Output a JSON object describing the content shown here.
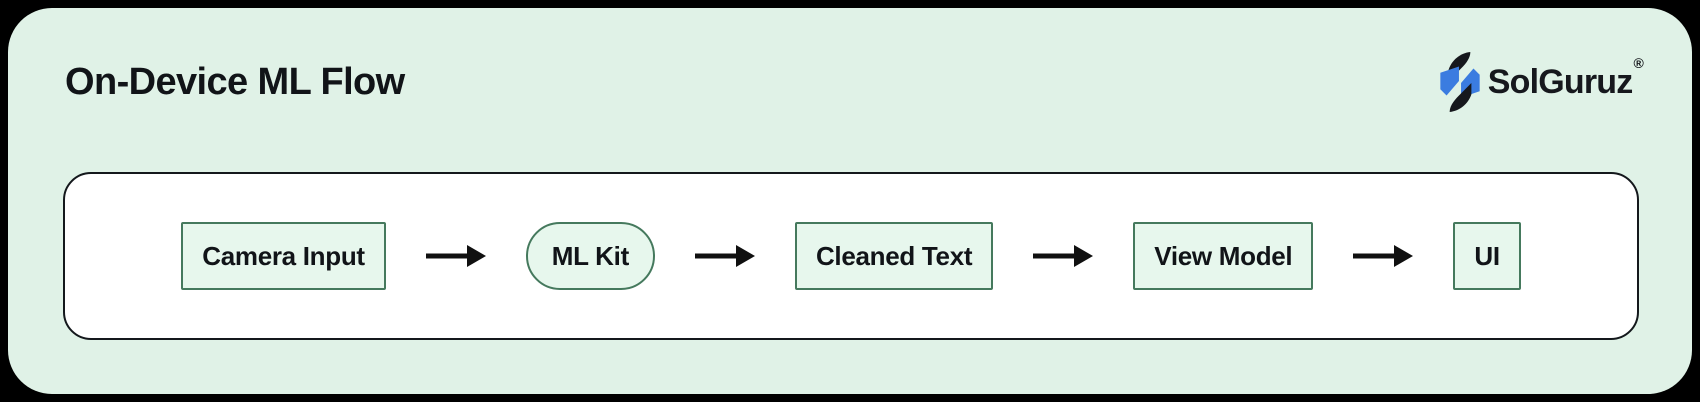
{
  "title": "On-Device ML Flow",
  "logo": {
    "name": "SolGuruz",
    "registered": "®"
  },
  "flow": {
    "nodes": [
      {
        "label": "Camera Input",
        "shape": "rect"
      },
      {
        "label": "ML Kit",
        "shape": "stadium"
      },
      {
        "label": "Cleaned Text",
        "shape": "rect"
      },
      {
        "label": "View Model",
        "shape": "rect"
      },
      {
        "label": "UI",
        "shape": "rect"
      }
    ],
    "connector": "arrow-right"
  },
  "colors": {
    "canvas": "#000000",
    "card_bg": "#e0f2e7",
    "panel_bg": "#ffffff",
    "panel_border": "#14181c",
    "node_bg": "#e7f7ed",
    "node_border": "#45795d",
    "arrow": "#101010",
    "text": "#111418",
    "logo_blue": "#3b7ce0",
    "logo_black": "#16181d"
  }
}
